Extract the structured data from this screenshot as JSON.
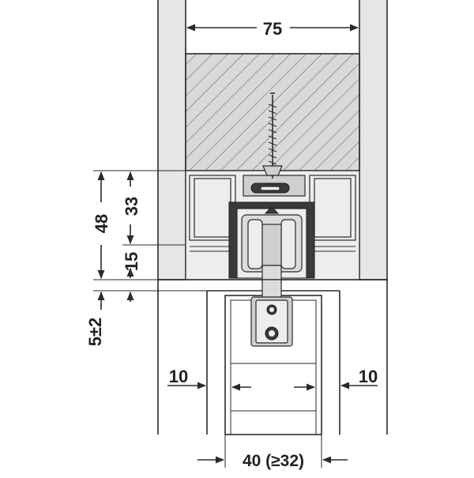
{
  "dimensions": {
    "top_width": "75",
    "height_total": "48",
    "height_inner": "33",
    "height_lower": "15",
    "clearance": "5±2",
    "side_left": "10",
    "side_right": "10",
    "door_thickness": "40 (≥32)"
  },
  "colors": {
    "line": "#2a2a2a",
    "wall_fill": "#e6e6e6",
    "hatch_fill": "#d9d9d9",
    "profile_dark": "#3a3a3a"
  }
}
